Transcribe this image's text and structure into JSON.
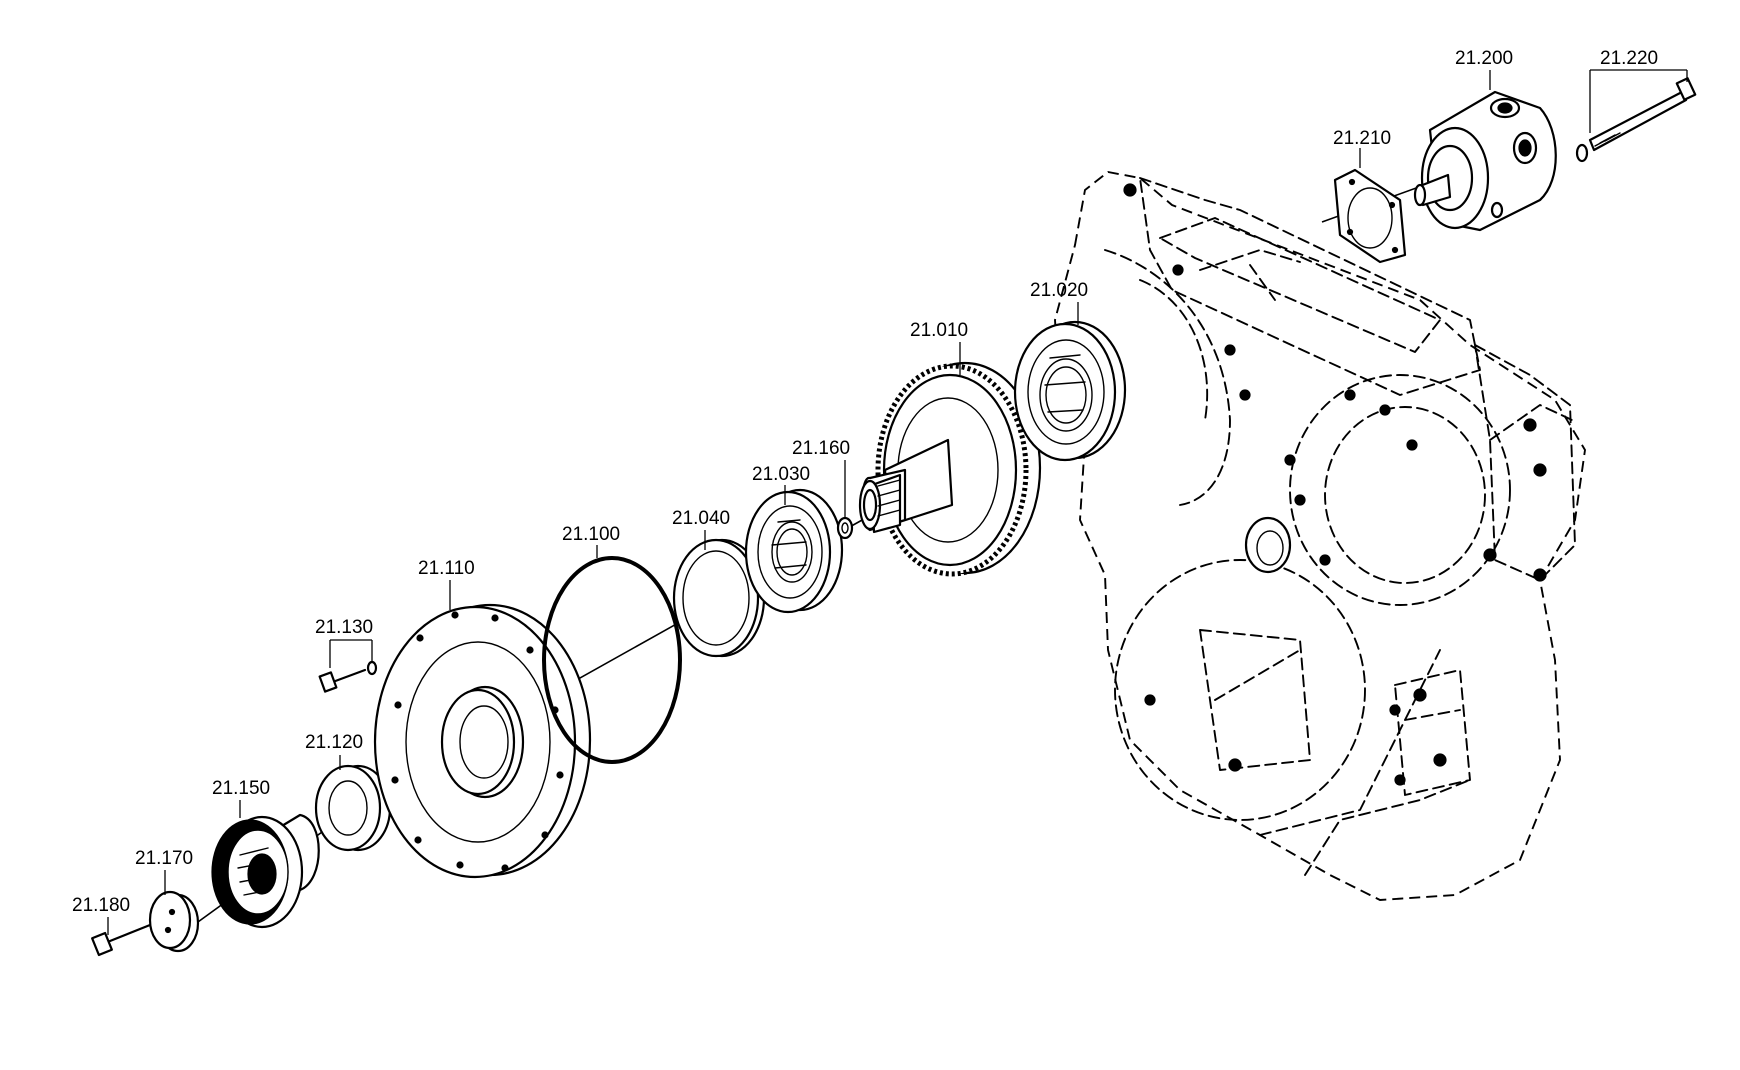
{
  "labels": {
    "p21010": "21.010",
    "p21020": "21.020",
    "p21030": "21.030",
    "p21040": "21.040",
    "p21100": "21.100",
    "p21110": "21.110",
    "p21120": "21.120",
    "p21130": "21.130",
    "p21150": "21.150",
    "p21160": "21.160",
    "p21170": "21.170",
    "p21180": "21.180",
    "p21200": "21.200",
    "p21210": "21.210",
    "p21220": "21.220"
  }
}
